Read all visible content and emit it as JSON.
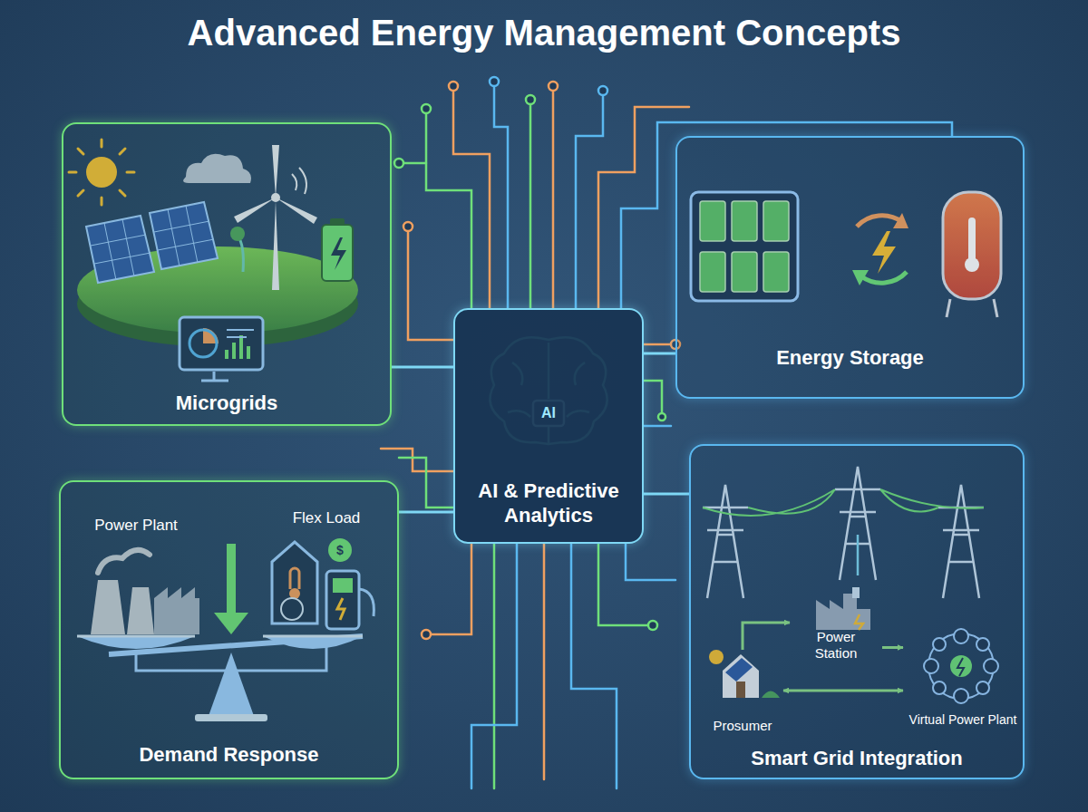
{
  "diagram": {
    "title": "Advanced Energy Management Concepts",
    "nodes": [
      {
        "text": [
          "Microgrids"
        ]
      },
      {
        "text": [
          "AI & Predictive Analytics"
        ]
      },
      {
        "text": [
          "Energy Storage"
        ]
      },
      {
        "text": [
          "Demand Response"
        ]
      },
      {
        "text": [
          "Smart Grid Integration"
        ]
      },
      {
        "text": [
          "Power Station"
        ],
        "in": 4
      },
      {
        "text": [
          "Prosumer"
        ],
        "in": 4
      },
      {
        "text": [
          "Virtual Power Plant"
        ],
        "in": 4
      }
    ],
    "edges": [
      {
        "from": 1,
        "to": 0,
        "arrow": "none"
      },
      {
        "from": 1,
        "to": 2,
        "arrow": "none"
      },
      {
        "from": 1,
        "to": 3,
        "arrow": "none"
      },
      {
        "from": 1,
        "to": 4,
        "arrow": "none"
      },
      {
        "from": 6,
        "to": 5,
        "arrow": "to"
      },
      {
        "from": 6,
        "to": 7,
        "arrow": "both"
      },
      {
        "from": 5,
        "to": 7,
        "arrow": "to"
      }
    ],
    "labels": [
      "AI",
      "Power Plant",
      "Flex Load",
      "$"
    ]
  }
}
